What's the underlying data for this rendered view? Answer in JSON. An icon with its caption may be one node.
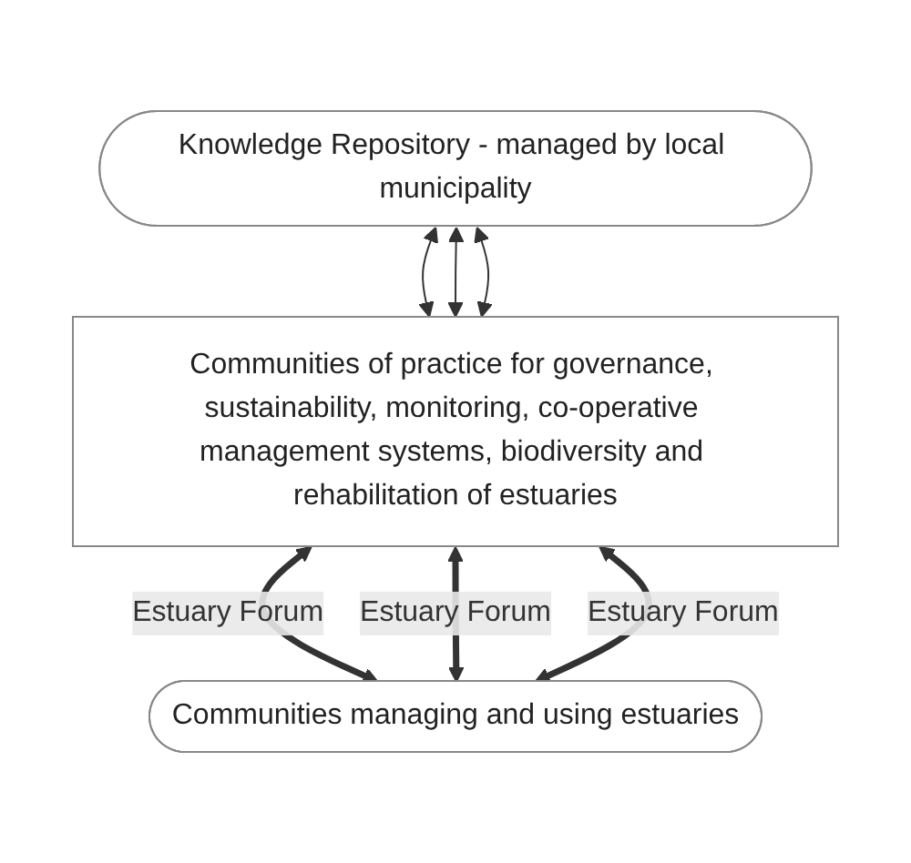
{
  "diagram": {
    "nodes": [
      {
        "text": [
          "Knowledge Repository - managed by local municipality"
        ]
      },
      {
        "text": [
          "Communities of practice for governance, sustainability, monitoring, co-operative management systems, biodiversity and rehabilitation of estuaries"
        ]
      },
      {
        "text": [
          "Communities managing and using estuaries"
        ]
      }
    ],
    "edges": [
      {
        "from": 0,
        "to": 1,
        "arrow": "both"
      },
      {
        "from": 0,
        "to": 1,
        "arrow": "both"
      },
      {
        "from": 0,
        "to": 1,
        "arrow": "both"
      },
      {
        "from": 1,
        "to": 2,
        "arrow": "both",
        "label": "Estuary Forum",
        "style": "thick"
      },
      {
        "from": 1,
        "to": 2,
        "arrow": "both",
        "label": "Estuary Forum",
        "style": "thick"
      },
      {
        "from": 1,
        "to": 2,
        "arrow": "both",
        "label": "Estuary Forum",
        "style": "thick"
      }
    ]
  }
}
